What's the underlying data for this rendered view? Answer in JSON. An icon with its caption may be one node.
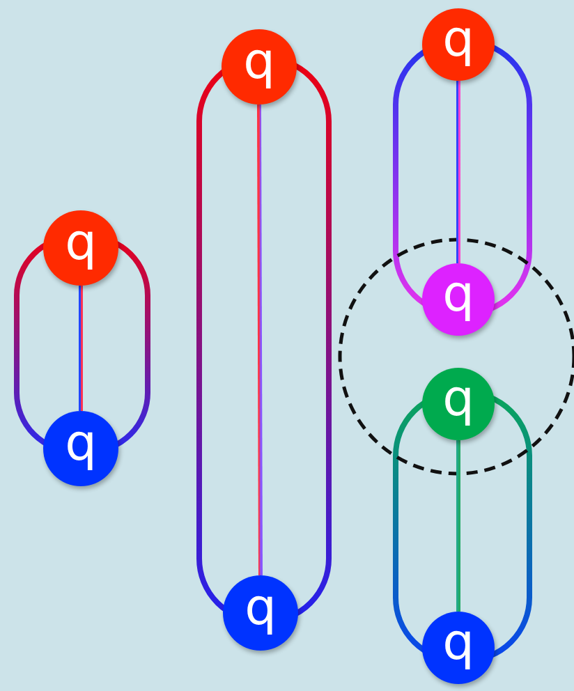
{
  "diagram": {
    "nodes": [
      {
        "text": [
          "q"
        ]
      },
      {
        "text": [
          "q"
        ]
      },
      {
        "text": [
          "q"
        ]
      },
      {
        "text": [
          "q"
        ]
      },
      {
        "text": [
          "q"
        ]
      },
      {
        "text": [
          "q"
        ]
      },
      {
        "text": [
          "q"
        ]
      },
      {
        "text": [
          "q"
        ]
      }
    ],
    "edges": [
      {
        "from": 0,
        "to": 1,
        "arrow": "none"
      },
      {
        "from": 2,
        "to": 3,
        "arrow": "none"
      },
      {
        "from": 4,
        "to": 5,
        "arrow": "none"
      },
      {
        "from": 6,
        "to": 7,
        "arrow": "none"
      }
    ]
  }
}
